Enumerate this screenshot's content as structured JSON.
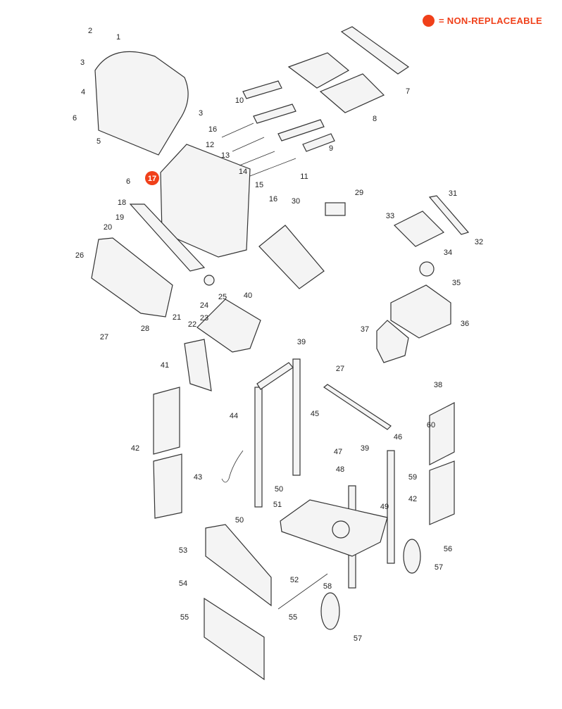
{
  "legend": {
    "symbol": "red-dot",
    "text": "= NON-REPLACEABLE",
    "color": "#f0401a"
  },
  "highlighted_part": "17",
  "part_labels": [
    "1",
    "2",
    "3",
    "4",
    "5",
    "6",
    "3",
    "16",
    "12",
    "10",
    "13",
    "14",
    "15",
    "11",
    "9",
    "8",
    "7",
    "6",
    "17",
    "16",
    "18",
    "19",
    "20",
    "26",
    "29",
    "30",
    "31",
    "33",
    "32",
    "34",
    "35",
    "36",
    "37",
    "27",
    "38",
    "25",
    "40",
    "24",
    "23",
    "22",
    "21",
    "28",
    "27",
    "41",
    "39",
    "44",
    "45",
    "46",
    "60",
    "42",
    "42",
    "43",
    "47",
    "48",
    "39",
    "59",
    "50",
    "51",
    "49",
    "50",
    "53",
    "56",
    "57",
    "54",
    "52",
    "58",
    "55",
    "55",
    "57"
  ]
}
